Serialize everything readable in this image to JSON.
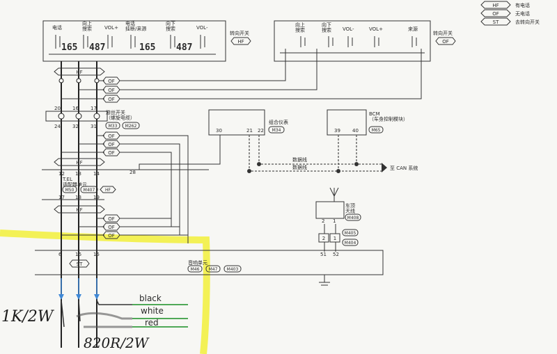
{
  "legend": [
    {
      "code": "HF",
      "text": "有电话"
    },
    {
      "code": "OF",
      "text": "无电话"
    },
    {
      "code": "ST",
      "text": "去转向开关"
    }
  ],
  "switch_left": {
    "labels": [
      "电话",
      "向上\n搜索",
      "VOL+",
      "电话\n挂断/来源",
      "向下\n搜索",
      "VOL-"
    ],
    "resistors": [
      "165",
      "487",
      "165",
      "487"
    ],
    "title": "转向开关",
    "badge": "HF"
  },
  "switch_right": {
    "labels": [
      "向上\n搜索",
      "向下\n搜索",
      "VOL-",
      "VOL+",
      "来源"
    ],
    "title": "转向开关",
    "badge": "OF"
  },
  "badges": {
    "hf": "HF",
    "of": "OF",
    "st": "ST"
  },
  "clock_spring": {
    "label": "游丝开关\n（螺旋电缆）",
    "connectors": [
      "M33",
      "M262"
    ],
    "top_pins": [
      "20",
      "16",
      "17"
    ],
    "bottom_pins": [
      "24",
      "32",
      "31"
    ]
  },
  "combination_meter": {
    "label": "组合仪表",
    "connector": "M34",
    "pins": [
      "30",
      "21",
      "22"
    ]
  },
  "bcm": {
    "label": "BCM\n（车身控制模块）",
    "connector": "M65",
    "pins": [
      "39",
      "40"
    ]
  },
  "tel": {
    "label": "T.EL\n适配器单元",
    "connectors": [
      "M50",
      "M407",
      "HF"
    ],
    "pins_top": [
      "12",
      "13",
      "14",
      "28"
    ],
    "pins_bottom": [
      "17",
      "18",
      "19"
    ]
  },
  "can": {
    "data_line_1": "数据线",
    "data_line_2": "数据线",
    "label": "至 CAN 系统"
  },
  "antenna": {
    "label": "车顶\n天线",
    "connectors": [
      "M408",
      "M405",
      "M404"
    ],
    "pins": [
      "2",
      "1"
    ],
    "pins_box": [
      "2",
      "1"
    ],
    "pins_bottom": [
      "51",
      "52"
    ]
  },
  "audio": {
    "label": "音响单元",
    "connectors": [
      "M46",
      "M47",
      "M403"
    ],
    "pins": [
      "6",
      "16",
      "15"
    ]
  },
  "wires": [
    "black",
    "white",
    "red"
  ],
  "handwritten": {
    "left": "1K/2W",
    "bottom": "820R/2W"
  },
  "colors": {
    "highlight": "#f2f03a",
    "arrow": "#3f88d6",
    "wire_green": "#4fa857"
  }
}
